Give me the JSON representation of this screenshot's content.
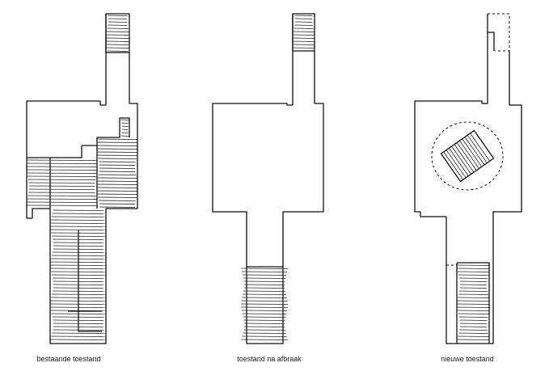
{
  "captions": {
    "existing": "bestaande toestand",
    "after_demolition": "toestand na afbraak",
    "new": "nieuwe toestand"
  },
  "colors": {
    "ink": "#111111",
    "background": "#ffffff"
  }
}
